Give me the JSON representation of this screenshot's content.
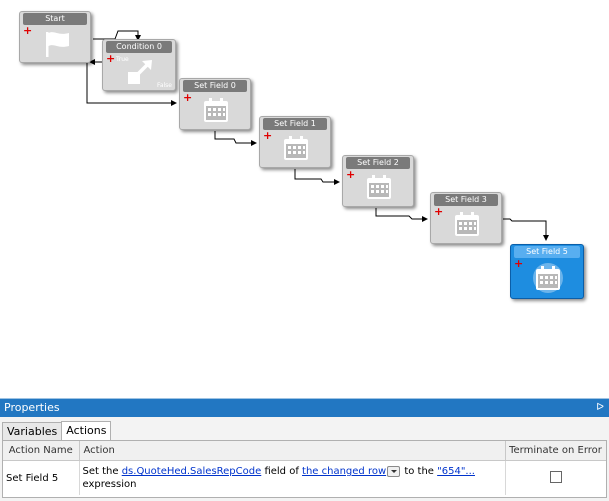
{
  "workflow": {
    "nodes": [
      {
        "id": "start",
        "title": "Start",
        "icon": "flag-icon",
        "selected": false
      },
      {
        "id": "condition0",
        "title": "Condition 0",
        "icon": "condition-arrow-icon",
        "selected": false,
        "true_label": "True",
        "false_label": "False"
      },
      {
        "id": "setfield0",
        "title": "Set Field 0",
        "icon": "calendar-icon",
        "selected": false
      },
      {
        "id": "setfield1",
        "title": "Set Field 1",
        "icon": "calendar-icon",
        "selected": false
      },
      {
        "id": "setfield2",
        "title": "Set Field 2",
        "icon": "calendar-icon",
        "selected": false
      },
      {
        "id": "setfield3",
        "title": "Set Field 3",
        "icon": "calendar-icon",
        "selected": false
      },
      {
        "id": "setfield5",
        "title": "Set Field 5",
        "icon": "calendar-icon",
        "selected": true
      }
    ],
    "add_glyph": "+",
    "colors": {
      "node": "#d9d9d9",
      "node_title": "#7a7a7a",
      "selected": "#1e8de0",
      "add": "#e00000"
    }
  },
  "properties": {
    "title": "Properties",
    "pin_glyph": "ᐅ",
    "tabs": [
      {
        "label": "Variables",
        "active": false
      },
      {
        "label": "Actions",
        "active": true
      }
    ],
    "columns": {
      "name": "Action Name",
      "action": "Action",
      "terminate": "Terminate on Error"
    },
    "rows": [
      {
        "name": "Set Field 5",
        "text1": "Set the ",
        "link1": "ds.QuoteHed.SalesRepCode",
        "text2": " field of ",
        "link2": "the changed row",
        "text3": " to the ",
        "link3": "\"654\"...",
        "text4": "expression",
        "terminate": false
      }
    ]
  }
}
